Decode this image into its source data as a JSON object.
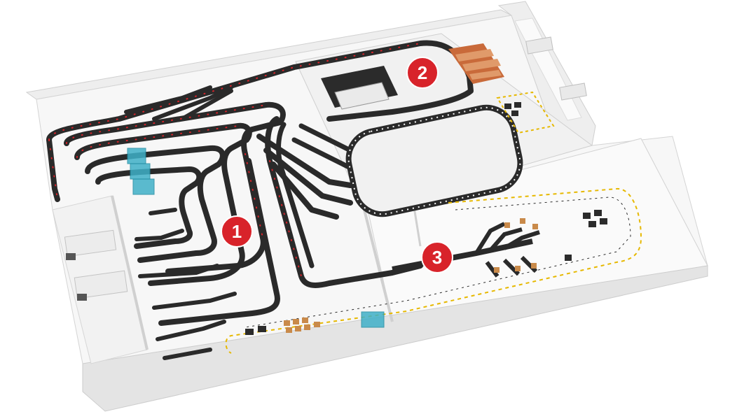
{
  "markers": [
    {
      "id": "zone-1",
      "label": "1"
    },
    {
      "id": "zone-2",
      "label": "2"
    },
    {
      "id": "zone-3",
      "label": "3"
    }
  ],
  "colors": {
    "wall_top": "#f4f4f4",
    "wall_side": "#dcdcdc",
    "floor": "#f8f8f8",
    "conveyor": "#2a2a2a",
    "roller_accent": "#d8232a",
    "marker": "#d8232a",
    "carton": "#c98a4a",
    "glass_unit": "#3fb0c8",
    "dashed_lane": "#e6b800",
    "storage_rack": "#c96a3a"
  }
}
